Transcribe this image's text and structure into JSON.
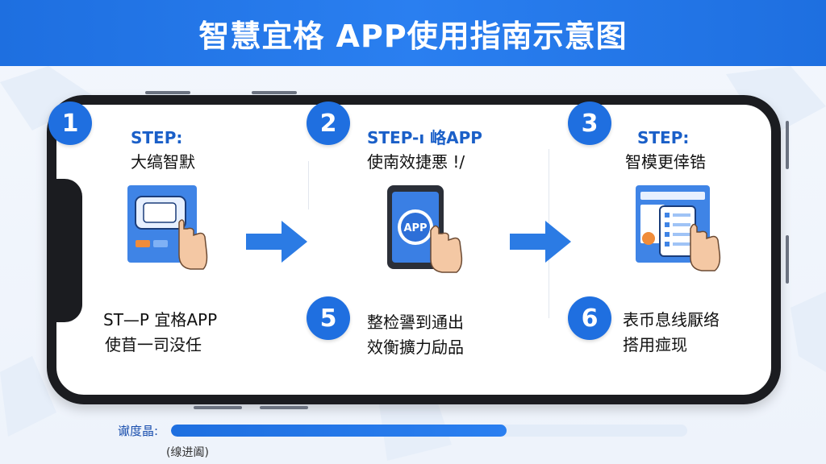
{
  "header": {
    "title": "智慧宜格 APP使用指南示意图"
  },
  "steps": [
    {
      "number": "1",
      "title": "STEP:",
      "desc": "大缟智默"
    },
    {
      "number": "2",
      "title": "STEP-ı 峈APP",
      "desc": "使南效捷悪 !/"
    },
    {
      "number": "3",
      "title": "STEP:",
      "desc": "智模更倖锆"
    }
  ],
  "lower_left": {
    "line1": "ST—P 宜格APP",
    "line2": "使苜一司没任"
  },
  "lower_steps": [
    {
      "number": "5",
      "line1": "整检謽到通出",
      "line2": "效衡擴力劶品"
    },
    {
      "number": "6",
      "line1": "表币息线厭络",
      "line2": "搭用痖现"
    }
  ],
  "illustration": {
    "app_badge": "APP"
  },
  "progress": {
    "label": "谳度晶:",
    "value": 0.65,
    "sublabel": "(缐进阖)"
  },
  "colors": {
    "accent": "#1f6fe0",
    "frame": "#1b1c20"
  },
  "icons": [
    "tablet-tap-icon",
    "phone-app-icon",
    "dashboard-tap-icon",
    "right-arrow-icon"
  ]
}
